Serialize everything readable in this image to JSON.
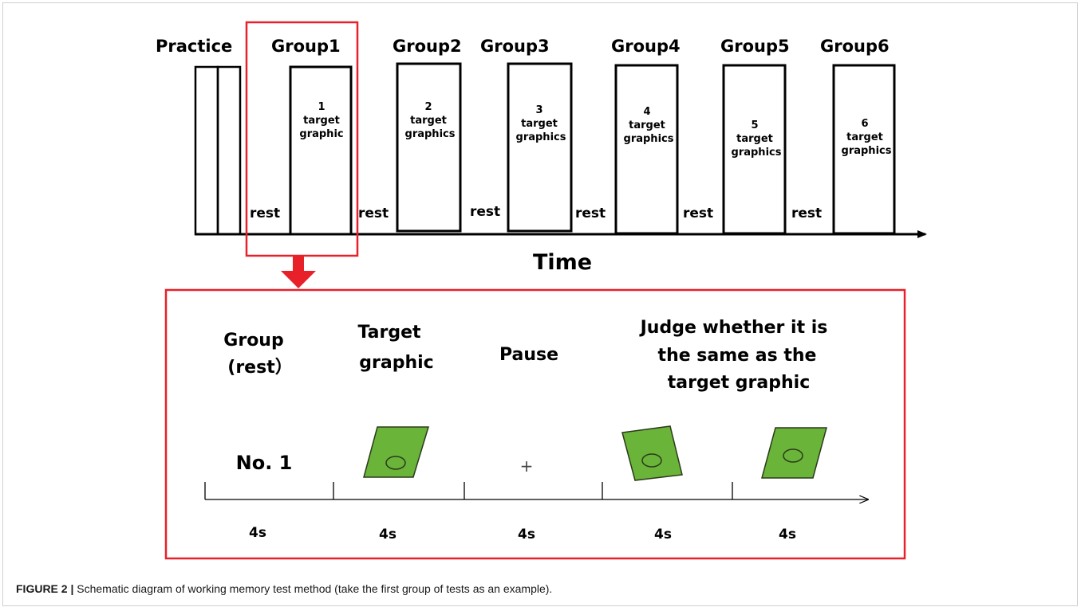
{
  "timeline": {
    "practice_label": "Practice",
    "groups": [
      {
        "title": "Group1",
        "number": "1",
        "line1": "target",
        "line2": "graphic"
      },
      {
        "title": "Group2",
        "number": "2",
        "line1": "target",
        "line2": "graphics"
      },
      {
        "title": "Group3",
        "number": "3",
        "line1": "target",
        "line2": "graphics"
      },
      {
        "title": "Group4",
        "number": "4",
        "line1": "target",
        "line2": "graphics"
      },
      {
        "title": "Group5",
        "number": "5",
        "line1": "target",
        "line2": "graphics"
      },
      {
        "title": "Group6",
        "number": "6",
        "line1": "target",
        "line2": "graphics"
      }
    ],
    "rest_label": "rest",
    "axis_label": "Time"
  },
  "detail": {
    "columns": [
      {
        "line1": "Group",
        "line2": "(rest）",
        "line3": ""
      },
      {
        "line1": "Target",
        "line2": "graphic",
        "line3": ""
      },
      {
        "line1": "Pause",
        "line2": "",
        "line3": ""
      },
      {
        "line1": "Judge whether it is",
        "line2": "the same as the",
        "line3": "target graphic"
      }
    ],
    "item_no": "No. 1",
    "fixation": "+",
    "durations": [
      "4s",
      "4s",
      "4s",
      "4s",
      "4s"
    ]
  },
  "caption": {
    "label": "FIGURE 2 |",
    "text": " Schematic diagram of working memory test method (take the first group of tests as an example)."
  },
  "colors": {
    "highlight_red": "#e8202a",
    "graphic_green": "#6ab43a",
    "graphic_outline": "#2b3a1a"
  }
}
